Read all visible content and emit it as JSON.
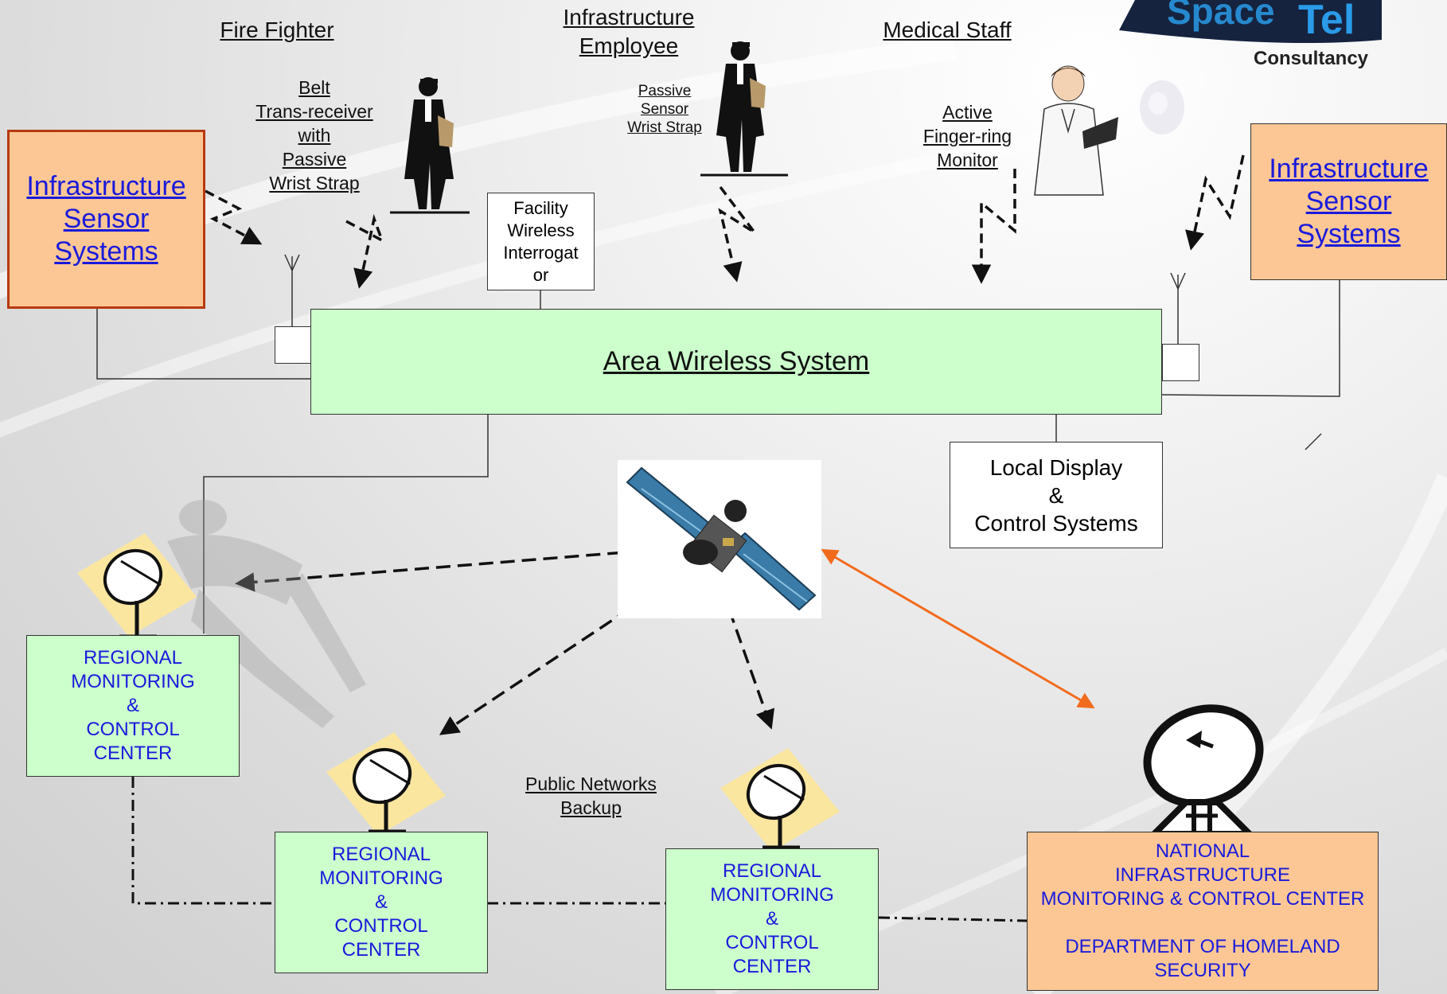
{
  "brand": {
    "partial_logo": "Tel",
    "tagline": "Consultancy"
  },
  "roles": {
    "fire_fighter": "Fire Fighter",
    "infrastructure_employee_line1": "Infrastructure",
    "infrastructure_employee_line2": "Employee",
    "medical_staff": "Medical Staff"
  },
  "devices": {
    "belt": [
      "Belt",
      "Trans-receiver",
      "with",
      "Passive",
      "Wrist Strap"
    ],
    "passive": [
      "Passive",
      "Sensor",
      "Wrist Strap"
    ],
    "active": [
      "Active",
      "Finger-ring",
      "Monitor"
    ]
  },
  "sensor_left": [
    "Infrastructure",
    "Sensor",
    "Systems"
  ],
  "sensor_right": [
    "Infrastructure",
    "Sensor",
    "Systems"
  ],
  "facility": "Facility\nWireless\nInterrogat\nor",
  "area_wireless": "Area Wireless System",
  "local_display": "Local Display\n&\nControl Systems",
  "regional_center": "REGIONAL\nMONITORING\n&\nCONTROL\nCENTER",
  "public_networks": [
    "Public Networks",
    "Backup"
  ],
  "national_center": "NATIONAL\nINFRASTRUCTURE\nMONITORING & CONTROL CENTER\n\nDEPARTMENT OF HOMELAND\nSECURITY",
  "colors": {
    "sensor_fill": "#fcc795",
    "green_fill": "#ccffcc",
    "link_text": "#1a1adc",
    "orange_link": "#f26b1d"
  },
  "icons": [
    "person-figure-icon",
    "doctor-figure-icon",
    "satellite-icon",
    "satellite-dish-icon",
    "radar-dish-icon",
    "antenna-icon"
  ]
}
